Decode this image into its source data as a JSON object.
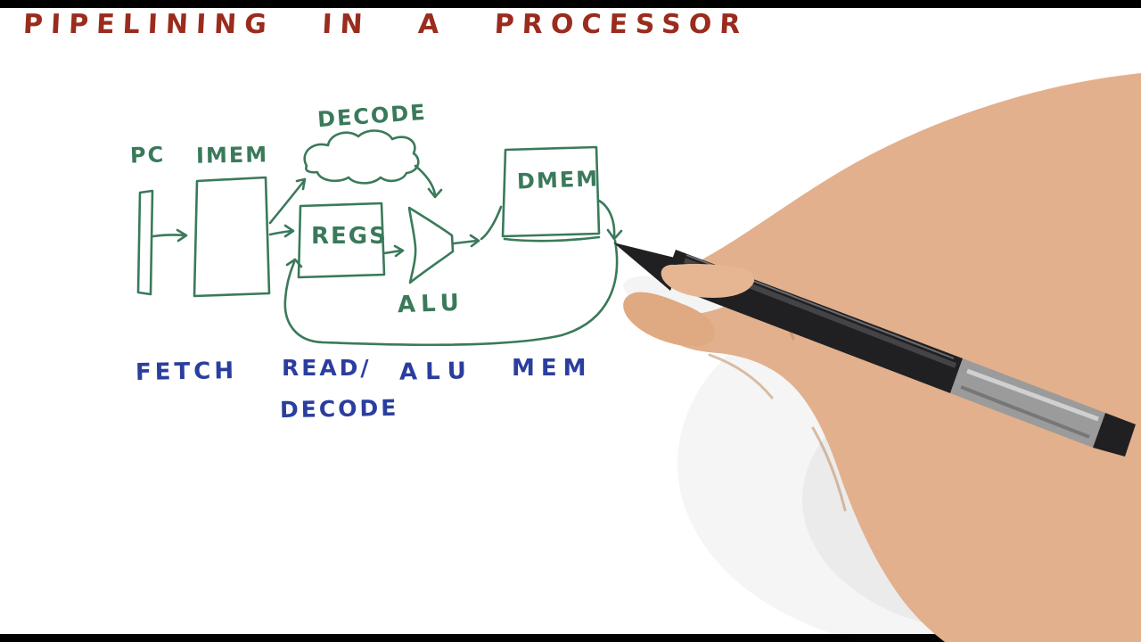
{
  "colors": {
    "bg": "#ffffff",
    "bar": "#000000",
    "title": "#9a2c1d",
    "ink": "#3a7a5a",
    "stage": "#2b3e9f",
    "skin": "#e2b08c",
    "skin2": "#dfa981",
    "skin3": "#e6b693",
    "skin_shadow": "#c08a5e",
    "pen_dark": "#202023",
    "pen_gray": "#9b9b9b"
  },
  "title": {
    "text": "PIPELINING IN A PROCESSOR"
  },
  "diagram": {
    "labels": {
      "pc": "PC",
      "imem": "IMEM",
      "decode": "DECODE",
      "regs": "REGS",
      "alu": "ALU",
      "dmem": "DMEM"
    }
  },
  "stages": {
    "fetch": "FETCH",
    "read_line1": "READ/",
    "read_line2": "DECODE",
    "alu": "ALU",
    "mem": "MEM"
  },
  "overlay": {
    "hand_stylus": "hand-holding-stylus"
  }
}
